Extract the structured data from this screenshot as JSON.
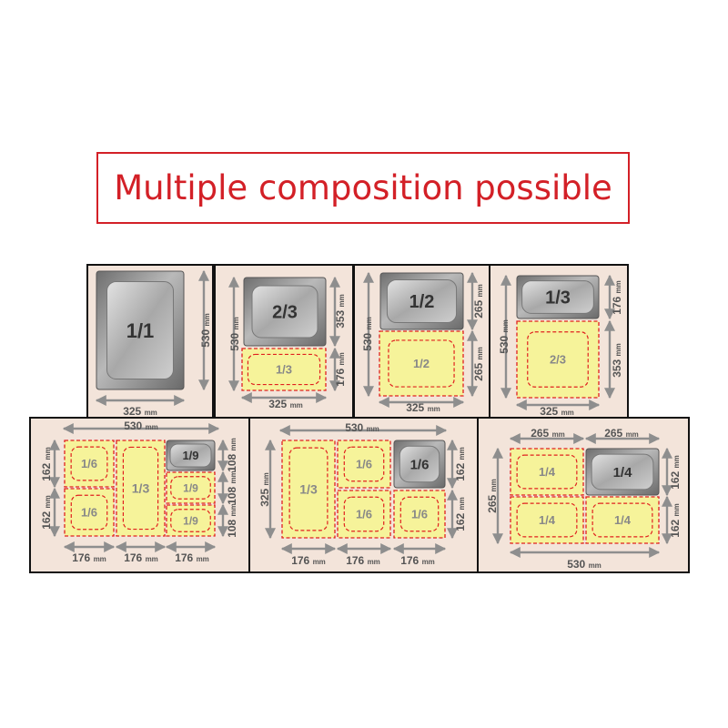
{
  "title": "Multiple composition possible",
  "colors": {
    "title_red": "#d32027",
    "panel_bg": "#f3e4da",
    "pan_yellow": "#f6f39a",
    "dash_red": "#e0201f",
    "steel": "#8a8a8a",
    "arrow_gray": "#8e8e8e"
  },
  "unit": "mm",
  "panels": [
    {
      "id": "full",
      "pan_labels": [
        "1/1"
      ],
      "dims": [
        "325",
        "530"
      ]
    },
    {
      "id": "two-thirds",
      "pan_labels": [
        "2/3",
        "1/3"
      ],
      "dims": [
        "325",
        "530",
        "353",
        "176"
      ]
    },
    {
      "id": "half",
      "pan_labels": [
        "1/2",
        "1/2"
      ],
      "dims": [
        "325",
        "530",
        "265",
        "265"
      ]
    },
    {
      "id": "third",
      "pan_labels": [
        "1/3",
        "2/3"
      ],
      "dims": [
        "325",
        "530",
        "176",
        "353"
      ]
    },
    {
      "id": "mixed-ninths",
      "pan_labels": [
        "1/6",
        "1/6",
        "1/3",
        "1/9",
        "1/9",
        "1/9"
      ],
      "dims": [
        "530",
        "162",
        "162",
        "108",
        "108",
        "108",
        "176",
        "176",
        "176"
      ]
    },
    {
      "id": "mixed-sixths",
      "pan_labels": [
        "1/3",
        "1/6",
        "1/6",
        "1/6",
        "1/6"
      ],
      "dims": [
        "530",
        "325",
        "162",
        "162",
        "176",
        "176",
        "176"
      ]
    },
    {
      "id": "quarters",
      "pan_labels": [
        "1/4",
        "1/4",
        "1/4",
        "1/4"
      ],
      "dims": [
        "265",
        "265",
        "265",
        "162",
        "162",
        "530"
      ]
    }
  ]
}
